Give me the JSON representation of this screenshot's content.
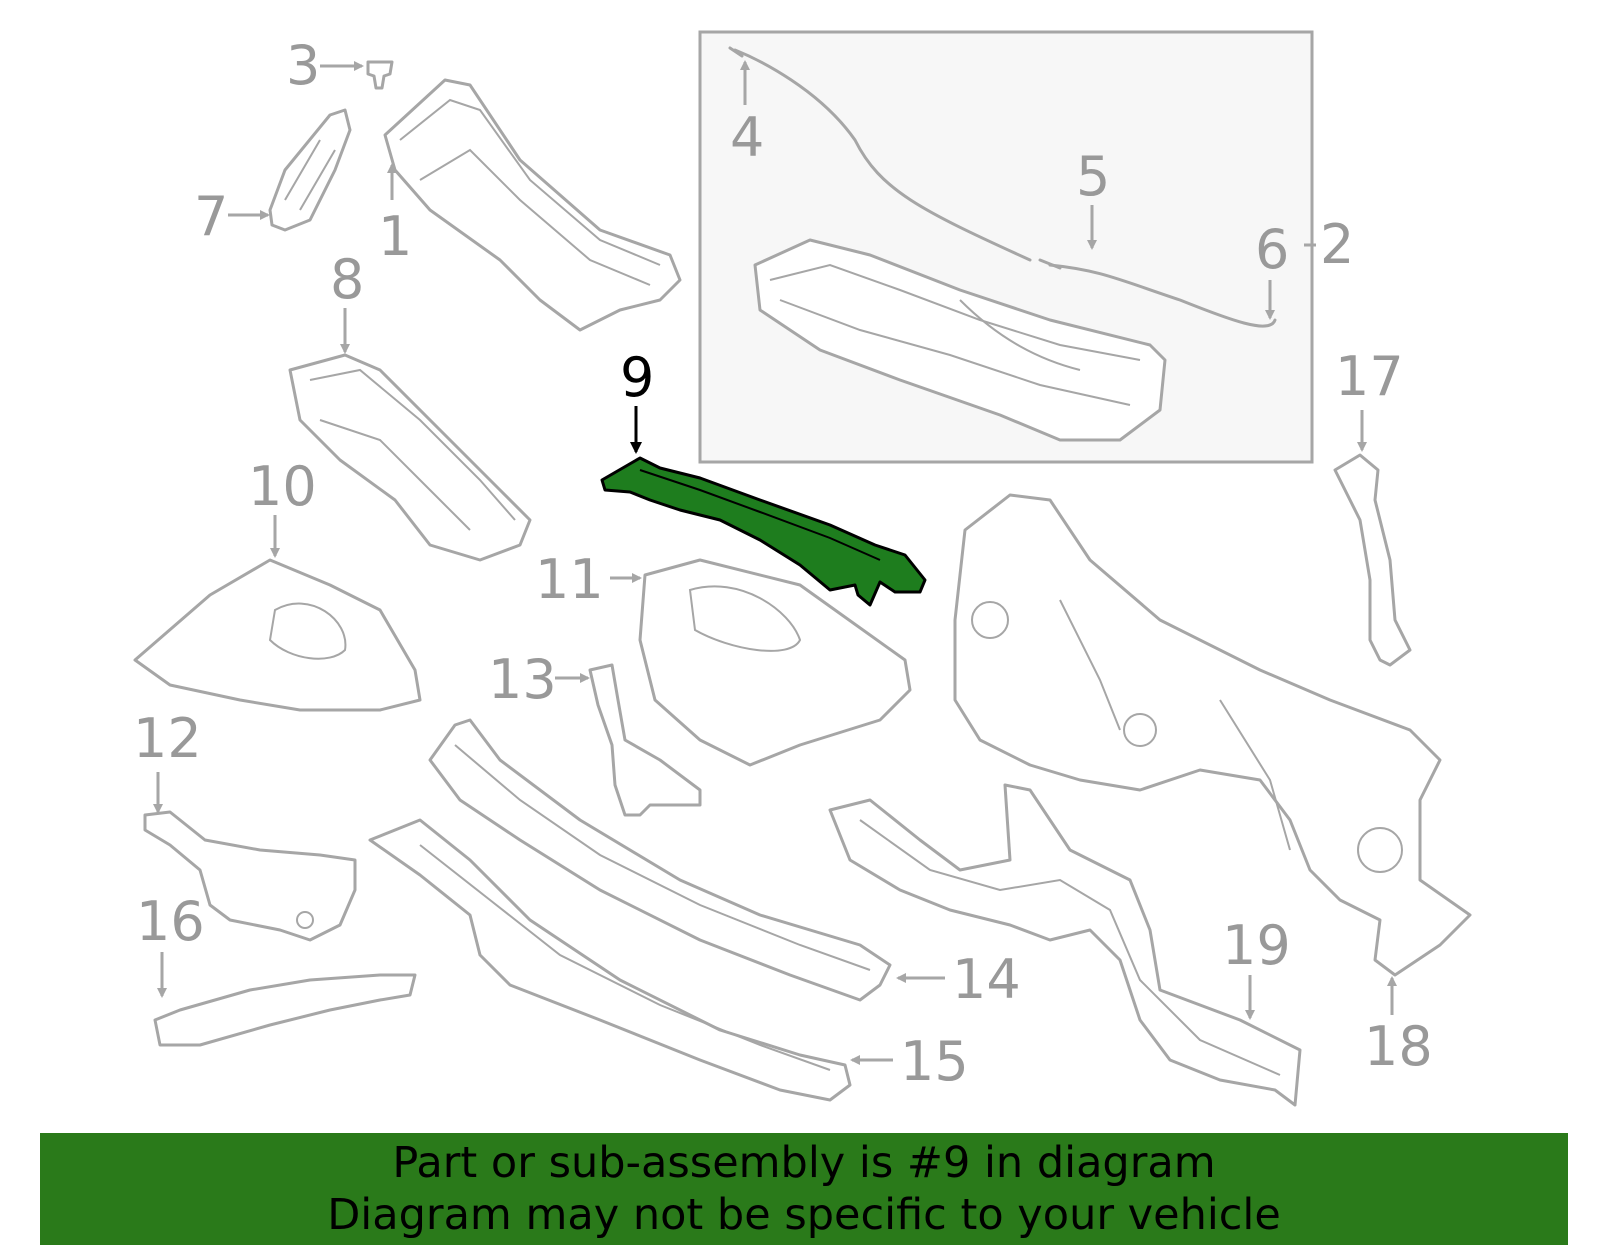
{
  "callouts": {
    "c1": "1",
    "c2": "2",
    "c3": "3",
    "c4": "4",
    "c5": "5",
    "c6": "6",
    "c7": "7",
    "c8": "8",
    "c9": "9",
    "c10": "10",
    "c11": "11",
    "c12": "12",
    "c13": "13",
    "c14": "14",
    "c15": "15",
    "c16": "16",
    "c17": "17",
    "c18": "18",
    "c19": "19"
  },
  "highlighted_part": "9",
  "colors": {
    "highlight_fill": "#1e7d1e",
    "banner_background": "#2a7a1a",
    "line_art": "#a6a6a6",
    "inset_box_background": "#f7f7f7"
  },
  "banner": {
    "line1": "Part or sub-assembly is #9 in diagram",
    "line2": "Diagram may not be specific to your vehicle"
  }
}
